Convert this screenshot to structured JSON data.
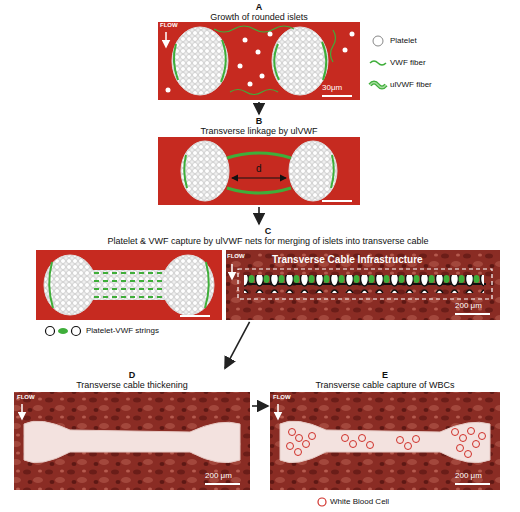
{
  "diagram": {
    "nodes": [
      {
        "text": [
          "A",
          "Growth of rounded islets"
        ]
      },
      {
        "text": [
          "B",
          "Transverse linkage by ulVWF"
        ]
      },
      {
        "text": [
          "C",
          "Platelet & VWF capture by ulVWF nets for merging of islets into transverse cable"
        ]
      },
      {
        "text": [
          "D",
          "Transverse cable thickening"
        ]
      },
      {
        "text": [
          "E",
          "Transverse cable capture of WBCs"
        ]
      }
    ],
    "edges": [
      {
        "from": 0,
        "to": 1,
        "arrow": "to"
      },
      {
        "from": 1,
        "to": 2,
        "arrow": "to"
      },
      {
        "from": 2,
        "to": 3,
        "arrow": "to"
      },
      {
        "from": 3,
        "to": 4,
        "arrow": "to"
      }
    ],
    "labels": [
      "FLOW",
      "30μm",
      "d",
      "FLOW",
      "Transverse Cable Infrastructure",
      "200 μm",
      "FLOW",
      "200 μm",
      "FLOW",
      "200 μm"
    ],
    "legend": [
      {
        "text": "Platelet"
      },
      {
        "text": "VWF fiber"
      },
      {
        "text": "ulVWF fiber"
      },
      {
        "text": "Platelet-VWF strings"
      },
      {
        "text": "White Blood Cell"
      }
    ]
  }
}
